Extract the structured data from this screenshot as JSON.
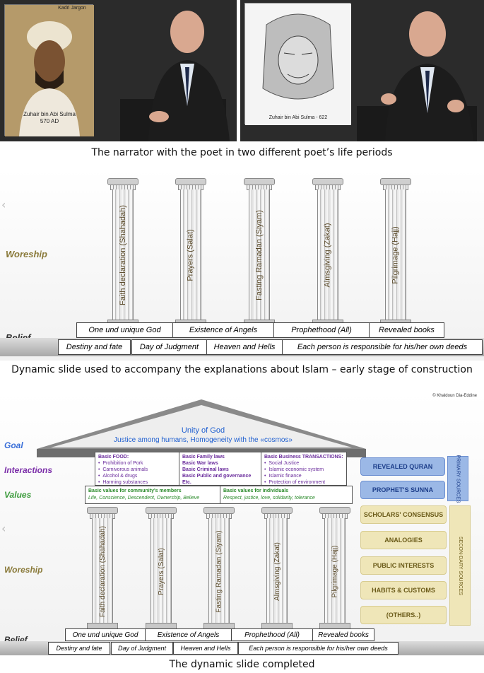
{
  "photos": {
    "left": {
      "tag": "Kadri Jargon",
      "caption_line1": "Zuhair bin Abi Sulma",
      "caption_line2": "570 AD"
    },
    "right": {
      "caption": "Zuhair bin Abi Sulma - 622"
    }
  },
  "captions": {
    "one": "The narrator with the poet in two different poet’s life periods",
    "two": "Dynamic slide used to accompany the explanations about Islam – early stage of construction",
    "three": "The dynamic slide completed"
  },
  "slide1": {
    "chevron": "‹",
    "worship_label": "Woreship",
    "belief_label": "Belief",
    "pillars": [
      "Faith declaration (Shahadah)",
      "Prayers (Salat)",
      "Fasting Ramadan (Siyam)",
      "Almsgiving (Zakat)",
      "Pilgrimage (Hajj)"
    ],
    "belief_row1": [
      "One und unique God",
      "Existence of Angels",
      "Prophethood (All)",
      "Revealed books"
    ],
    "belief_row2": [
      "Destiny and fate",
      "Day of Judgment",
      "Heaven and Hells",
      "Each person is responsible for his/her own deeds"
    ]
  },
  "slide2": {
    "copyright": "© Khaldoun Dia-Eddine",
    "chevron": "‹",
    "goal_label": "Goal",
    "interactions_label": "Interactions",
    "values_label": "Values",
    "worship_label": "Woreship",
    "belief_label": "Belief",
    "roof_line1": "Unity of God",
    "roof_line2": "Justice among humans, Homogeneity with the «cosmos»",
    "inter1": {
      "title": "Basic FOOD:",
      "items": [
        "Prohibition of Pork",
        "Carnivorous animals",
        "Alcohol & drugs",
        "Harming substances"
      ]
    },
    "inter2": {
      "lines": [
        "Basic Family laws",
        "Basic War laws",
        "Basic Criminal laws",
        "Basic Public and governance",
        "Etc."
      ]
    },
    "inter3": {
      "title": "Basic Business TRANSACTIONS:",
      "items": [
        "Social Justice",
        "Islamic economic system",
        "Islamic finance",
        "Protection of environment"
      ]
    },
    "values1": {
      "title": "Basic values for community's members",
      "text": "Life,  Conscience,  Descendent,  Ownership,  Believe"
    },
    "values2": {
      "title": "Basic values for individuals",
      "text": "Respect, justice, love, solidarity, tolerance"
    },
    "pillars": [
      "Faith declaration (Shahadah)",
      "Prayers (Salat)",
      "Fasting Ramadan (Siyam)",
      "Almsgiving (Zakat)",
      "Pilgrimage (Hajj)"
    ],
    "belief_row1": [
      "One und unique God",
      "Existence of Angels",
      "Prophethood (All)",
      "Revealed books"
    ],
    "belief_row2": [
      "Destiny and fate",
      "Day of Judgment",
      "Heaven and Hells",
      "Each person is responsible for his/her own deeds"
    ],
    "primary": [
      "REVEALED QURAN",
      "PROPHET'S SUNNA"
    ],
    "primary_label": "PRIMARY SOURCES",
    "secondary": [
      "SCHOLARS' CONSENSUS",
      "ANALOGIES",
      "PUBLIC INTERESTS",
      "HABITS & CUSTOMS",
      "(OTHERS..)"
    ],
    "secondary_label": "SECON-DARY SOURCES"
  },
  "colors": {
    "goal": "#3a6fd8",
    "interactions": "#7a2ca8",
    "values": "#3a9a3a",
    "worship": "#8a7a3a",
    "primary_bg": "#9bb8e6",
    "secondary_bg": "#efe6b8"
  }
}
